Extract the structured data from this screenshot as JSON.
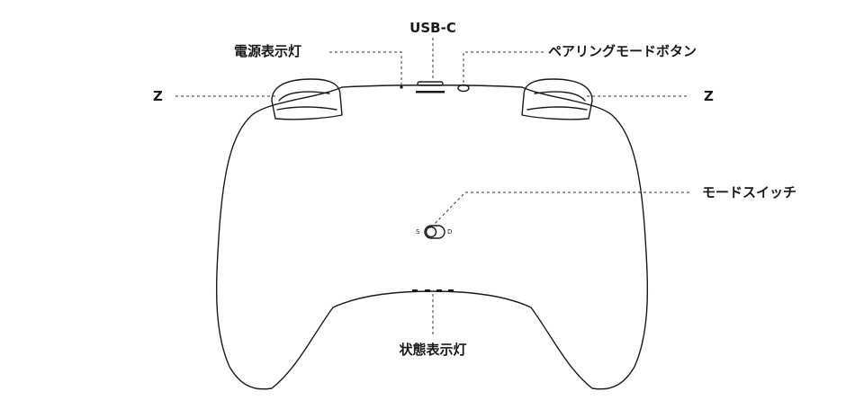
{
  "labels": {
    "usb_c": "USB-C",
    "power_led": "電源表示灯",
    "pairing_button": "ペアリングモードボタン",
    "z_left": "Z",
    "z_right": "Z",
    "mode_switch": "モードスイッチ",
    "status_led": "状態表示灯"
  },
  "switch": {
    "left_mark": "S",
    "right_mark": "D"
  },
  "colors": {
    "outline": "#1a1a1a",
    "leader_line": "#333333",
    "background": "#ffffff"
  }
}
